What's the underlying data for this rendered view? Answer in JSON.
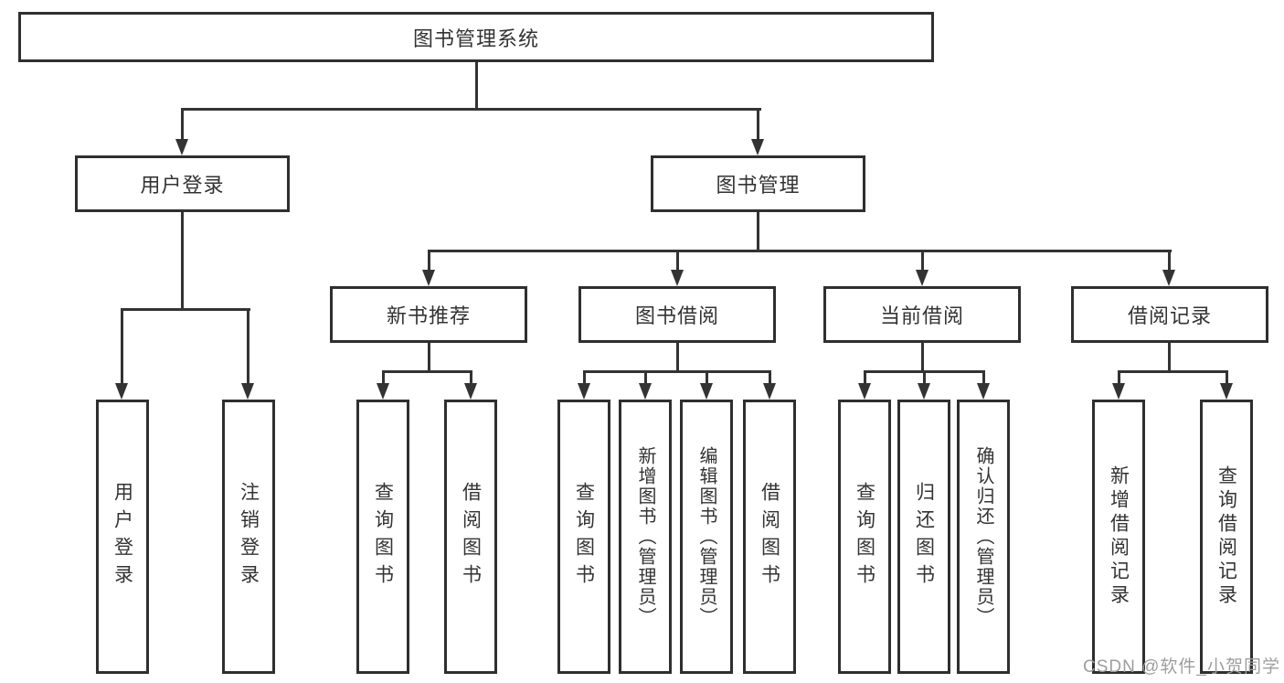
{
  "tree": {
    "root": {
      "label": "图书管理系统",
      "children": [
        {
          "label": "用户登录",
          "children": [
            {
              "label": "用户登录"
            },
            {
              "label": "注销登录"
            }
          ]
        },
        {
          "label": "图书管理",
          "children": [
            {
              "label": "新书推荐",
              "children": [
                {
                  "label": "查询图书"
                },
                {
                  "label": "借阅图书"
                }
              ]
            },
            {
              "label": "图书借阅",
              "children": [
                {
                  "label": "查询图书"
                },
                {
                  "label": "新增图书（管理员）"
                },
                {
                  "label": "编辑图书（管理员）"
                },
                {
                  "label": "借阅图书"
                }
              ]
            },
            {
              "label": "当前借阅",
              "children": [
                {
                  "label": "查询图书"
                },
                {
                  "label": "归还图书"
                },
                {
                  "label": "确认归还（管理员）"
                }
              ]
            },
            {
              "label": "借阅记录",
              "children": [
                {
                  "label": "新增借阅记录"
                },
                {
                  "label": "查询借阅记录"
                }
              ]
            }
          ]
        }
      ]
    }
  },
  "watermark": "CSDN @软件_小贺同学",
  "colors": {
    "line": "#333333",
    "box_border": "#2f2f2f",
    "text": "#333333",
    "watermark": "#9e9e9e",
    "background": "#ffffff"
  }
}
